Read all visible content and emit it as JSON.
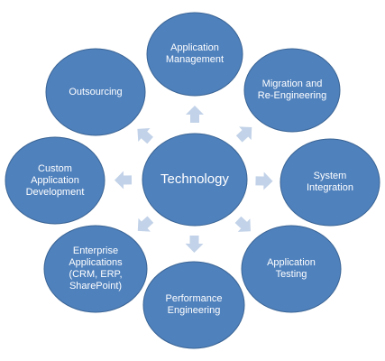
{
  "diagram": {
    "center": {
      "label": "Technology"
    },
    "nodes": [
      {
        "id": "application-management",
        "label": "Application Management"
      },
      {
        "id": "migration-reengineering",
        "label": "Migration and Re-Engineering"
      },
      {
        "id": "system-integration",
        "label": "System Integration"
      },
      {
        "id": "application-testing",
        "label": "Application Testing"
      },
      {
        "id": "performance-engineering",
        "label": "Performance Engineering"
      },
      {
        "id": "enterprise-applications",
        "label": "Enterprise Applications (CRM, ERP, SharePoint)"
      },
      {
        "id": "custom-application-development",
        "label": "Custom Application Development"
      },
      {
        "id": "outsourcing",
        "label": "Outsourcing"
      }
    ],
    "colors": {
      "circle_fill": "#4f81bd",
      "circle_stroke": "#3a6494",
      "arrow_fill": "#c2d2e8",
      "text": "#ffffff",
      "background": "#ffffff"
    }
  }
}
